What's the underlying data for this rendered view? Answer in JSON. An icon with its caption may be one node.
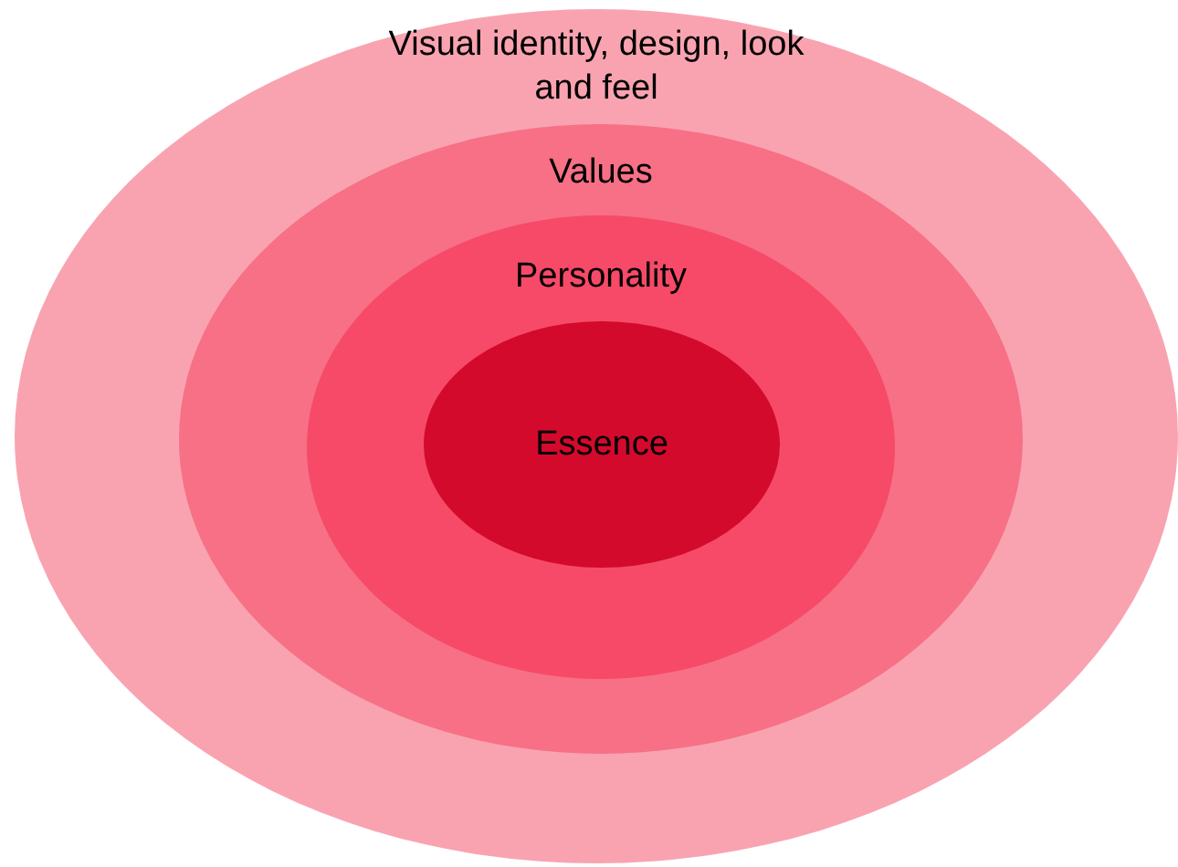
{
  "diagram": {
    "nodes": [
      {
        "text": [
          "Visual identity, design, look and feel"
        ]
      },
      {
        "text": [
          "Values"
        ],
        "in": 0
      },
      {
        "text": [
          "Personality"
        ],
        "in": 1
      },
      {
        "text": [
          "Essence"
        ],
        "in": 2
      }
    ]
  }
}
